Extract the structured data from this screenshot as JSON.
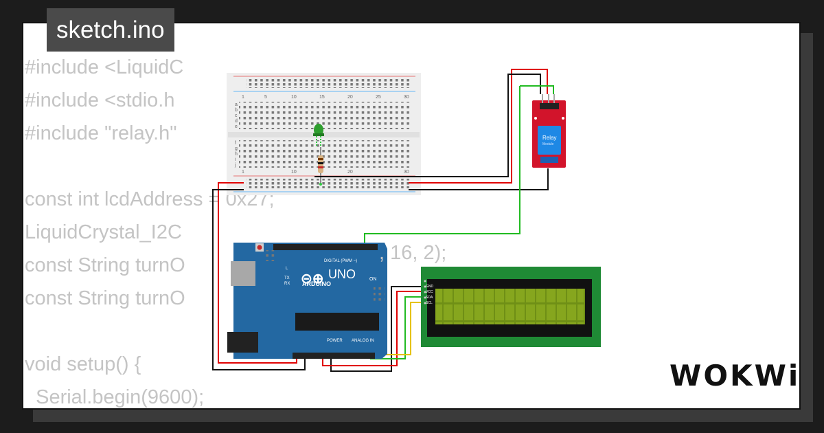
{
  "title": "sketch.ino",
  "code_lines": [
    "#include <LiquidC",
    "#include <stdio.h",
    "#include \"relay.h\"",
    "",
    "const int lcdAddress = 0x27;",
    "LiquidCrystal_I2C",
    "const String turnO",
    "const String turnO",
    "",
    "void setup() {",
    "  Serial.begin(9600);"
  ],
  "code_overlay_text": ", 16, 2);",
  "logo": "WOKWi",
  "breadboard": {
    "column_numbers": [
      "1",
      "5",
      "10",
      "15",
      "20",
      "25",
      "30"
    ],
    "row_letters_top": [
      "a",
      "b",
      "c",
      "d",
      "e"
    ],
    "row_letters_bottom": [
      "f",
      "g",
      "h",
      "i",
      "j"
    ]
  },
  "arduino": {
    "brand": "ARDUINO",
    "model": "UNO",
    "on_label": "ON",
    "digital_label": "DIGITAL (PWM ~)",
    "power_label": "POWER",
    "analog_label": "ANALOG IN",
    "led_labels": [
      "L",
      "TX",
      "RX"
    ]
  },
  "relay": {
    "label": "Relay",
    "sublabel": "Module"
  },
  "lcd": {
    "pins": [
      "GND",
      "VCC",
      "SDA",
      "SCL"
    ]
  },
  "colors": {
    "wire_red": "#e00000",
    "wire_black": "#111111",
    "wire_green": "#22bb22",
    "wire_yellow": "#e6c200",
    "board_blue": "#2368a2",
    "lcd_green": "#6f8f16",
    "relay_red": "#d2142b",
    "card_shadow": "#3a3a3a"
  }
}
